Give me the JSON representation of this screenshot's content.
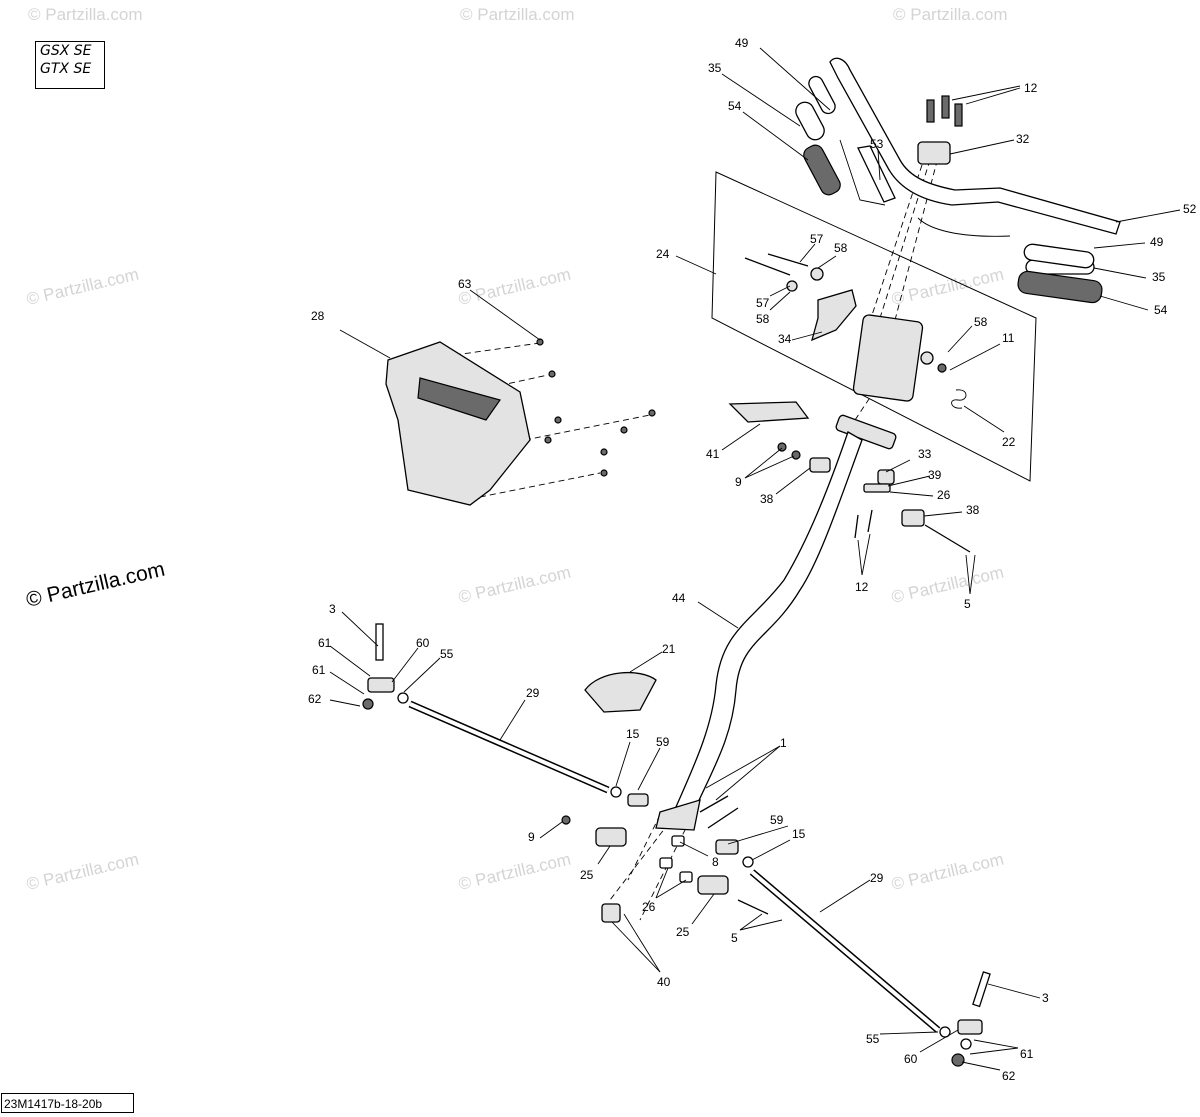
{
  "models": [
    "GSX SE",
    "GTX SE"
  ],
  "diagram_code": "23M1417b-18-20b",
  "watermark_text": "© Partzilla.com",
  "callouts": {
    "c49a": "49",
    "c35a": "35",
    "c54a": "54",
    "c53": "53",
    "c12a": "12",
    "c32": "32",
    "c52": "52",
    "c49b": "49",
    "c35b": "35",
    "c54b": "54",
    "c24": "24",
    "c57a": "57",
    "c58a": "58",
    "c57b": "57",
    "c58b": "58",
    "c34": "34",
    "c58c": "58",
    "c11": "11",
    "c22": "22",
    "c63": "63",
    "c28": "28",
    "c41": "41",
    "c9a": "9",
    "c38a": "38",
    "c33": "33",
    "c39": "39",
    "c26a": "26",
    "c38b": "38",
    "c12b": "12",
    "c5a": "5",
    "c44": "44",
    "c3a": "3",
    "c61a": "61",
    "c60a": "60",
    "c55a": "55",
    "c61b": "61",
    "c62a": "62",
    "c29a": "29",
    "c21": "21",
    "c15a": "15",
    "c59a": "59",
    "c1": "1",
    "c9b": "9",
    "c25a": "25",
    "c8": "8",
    "c59b": "59",
    "c15b": "15",
    "c26b": "26",
    "c25b": "25",
    "c5b": "5",
    "c29b": "29",
    "c40": "40",
    "c3b": "3",
    "c55b": "55",
    "c60b": "60",
    "c61c": "61",
    "c62b": "62"
  }
}
